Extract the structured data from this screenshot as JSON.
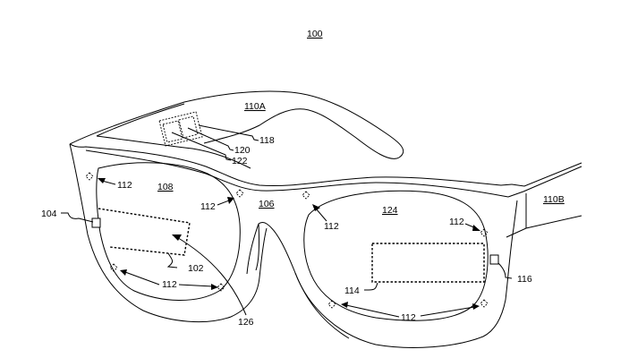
{
  "figure": {
    "number": "100"
  },
  "labels": {
    "display": "102",
    "sensor_left": "104",
    "bridge": "106",
    "left_lens": "108",
    "temple_left": "110A",
    "temple_right": "110B",
    "markers_a": "112",
    "markers_b": "112",
    "markers_c": "112",
    "markers_d": "112",
    "markers_e": "112",
    "markers_f": "112",
    "markers_g": "112",
    "region_right": "114",
    "sensor_right": "116",
    "component_118": "118",
    "component_120": "120",
    "component_122": "122",
    "right_lens": "124",
    "projection": "126"
  }
}
